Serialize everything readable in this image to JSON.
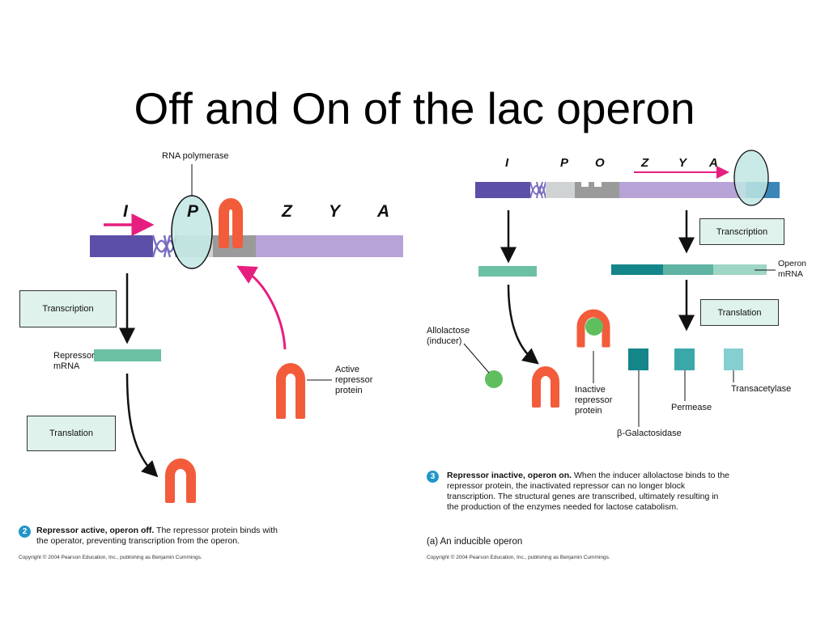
{
  "slide_title": "Off and On of the lac operon",
  "left": {
    "rna_polymerase": "RNA polymerase",
    "genes": {
      "i": "I",
      "p": "P",
      "z": "Z",
      "y": "Y",
      "a": "A"
    },
    "transcription": "Transcription",
    "repressor_mrna": "Repressor\nmRNA",
    "translation": "Translation",
    "active_repressor": "Active\nrepressor\nprotein",
    "step_number": "2",
    "caption_bold": "Repressor active, operon off.",
    "caption_text": " The repressor protein binds with the operator, preventing transcription from the operon.",
    "copyright": "Copyright © 2004 Pearson Education, Inc., publishing as Benjamin Cummings."
  },
  "right": {
    "genes": {
      "i": "I",
      "p": "P",
      "o": "O",
      "z": "Z",
      "y": "Y",
      "a": "A"
    },
    "transcription": "Transcription",
    "operon_mrna": "Operon\nmRNA",
    "translation": "Translation",
    "allolactose": "Allolactose\n(inducer)",
    "inactive_repressor": "Inactive\nrepressor\nprotein",
    "transacetylase": "Transacetylase",
    "permease": "Permease",
    "galactosidase": "β-Galactosidase",
    "step_number": "3",
    "caption_bold": "Repressor inactive, operon on.",
    "caption_text": " When the inducer allolactose binds to the repressor protein, the inactivated repressor can no longer block transcription. The structural genes are transcribed, ultimately resulting in the production of the enzymes needed for lactose catabolism.",
    "subfigure": "(a) An inducible operon",
    "copyright": "Copyright © 2004 Pearson Education, Inc., publishing as Benjamin Cummings."
  },
  "colors": {
    "gene_i": "#5b4fa8",
    "promoter": "#cfd3d3",
    "operator": "#9a9a9a",
    "structural": "#b7a3d6",
    "repressor": "#f25c3b",
    "polymerase": "#bfe6e3",
    "mrna": "#6cc0a4",
    "arrow_pink": "#e61e7f",
    "inducer": "#5fbf5f",
    "enzyme_1": "#14868a",
    "enzyme_2": "#3aa8a8",
    "enzyme_3": "#86cfd0"
  }
}
